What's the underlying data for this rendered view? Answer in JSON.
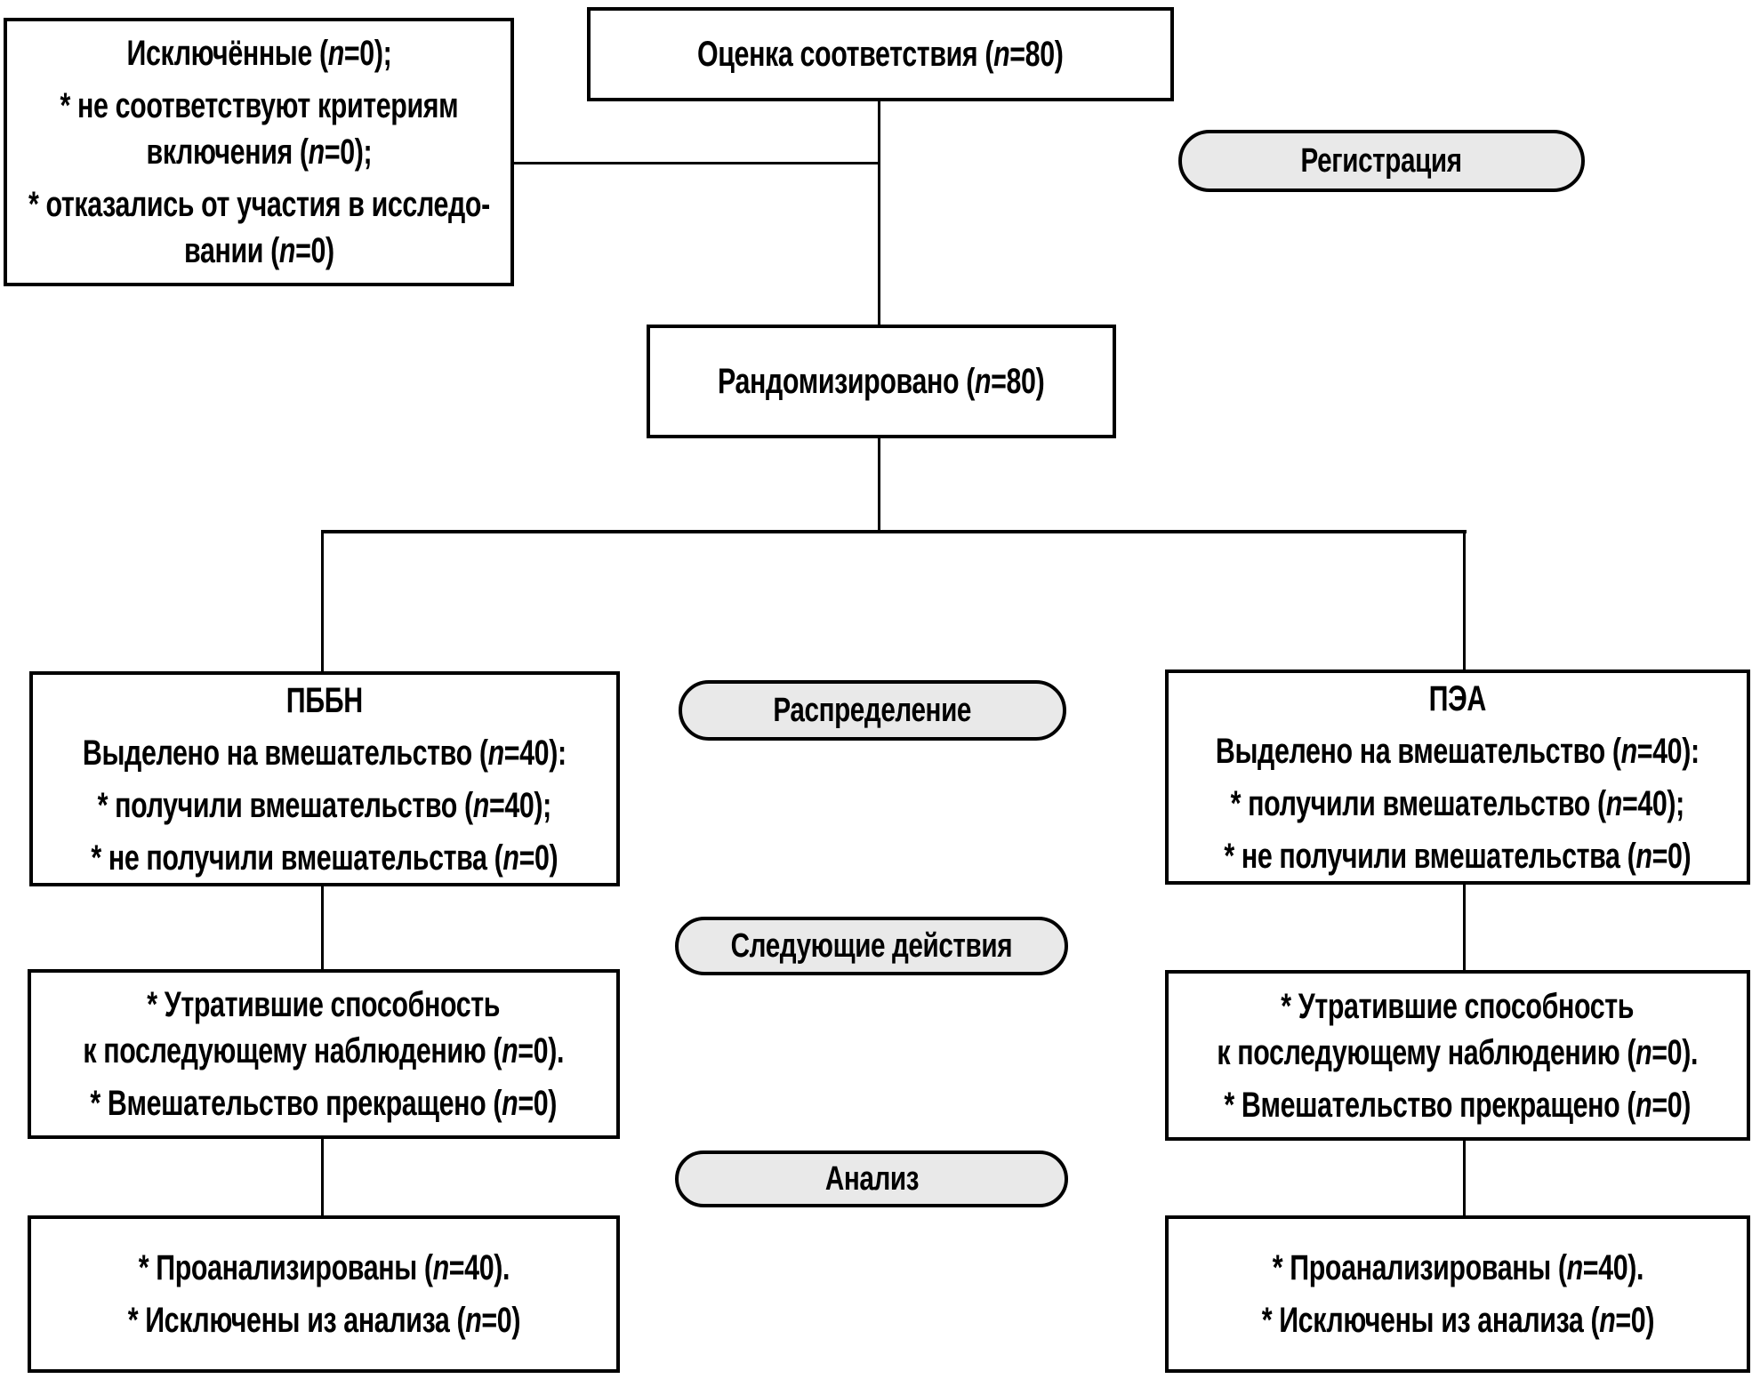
{
  "colors": {
    "background": "#ffffff",
    "text": "#000000",
    "line": "#000000",
    "pill_fill": "#e9e9e9"
  },
  "stages": {
    "registration": "Регистрация",
    "allocation": "Распределение",
    "next_actions": "Следующие действия",
    "analysis": "Анализ"
  },
  "boxes": {
    "eligibility": {
      "items": [
        "Оценка соответствия (n=80)"
      ]
    },
    "excluded": {
      "items": [
        "Исключённые (n=0);",
        "* не соответствуют критериям\nвключения (n=0);",
        "* отказались от участия в исследо-\nвании (n=0)"
      ]
    },
    "randomized": {
      "items": [
        "Рандомизировано (n=80)"
      ]
    },
    "group_left": {
      "items": [
        "ПББН",
        "Выделено на вмешательство (n=40):",
        "* получили вмешательство (n=40);",
        "* не получили вмешательства (n=0)"
      ]
    },
    "group_right": {
      "items": [
        "ПЭА",
        "Выделено на вмешательство (n=40):",
        "* получили вмешательство (n=40);",
        "* не получили вмешательства (n=0)"
      ]
    },
    "followup_left": {
      "items": [
        "* Утратившие способность\nк последующему наблюдению (n=0).",
        "* Вмешательство прекращено (n=0)"
      ]
    },
    "followup_right": {
      "items": [
        "* Утратившие способность\nк последующему наблюдению (n=0).",
        "* Вмешательство прекращено (n=0)"
      ]
    },
    "analysis_left": {
      "items": [
        "* Проанализированы (n=40).",
        "* Исключены из анализа (n=0)"
      ]
    },
    "analysis_right": {
      "items": [
        "* Проанализированы (n=40).",
        "* Исключены из анализа (n=0)"
      ]
    }
  }
}
